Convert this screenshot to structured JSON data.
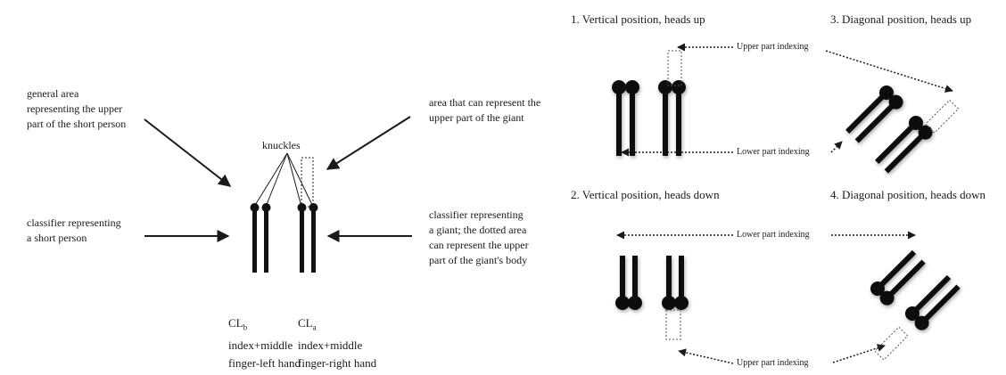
{
  "left": {
    "label_upper_short": [
      "general area",
      "representing the upper",
      "part of the short person"
    ],
    "label_classifier_short": [
      "classifier representing",
      "a short person"
    ],
    "label_knuckles": "knuckles",
    "label_upper_giant": [
      "area that can represent the",
      "upper part of the giant"
    ],
    "label_classifier_giant": [
      "classifier representing",
      "a giant; the dotted area",
      "can represent the upper",
      "part of the giant's body"
    ],
    "cl_b": {
      "base": "CL",
      "sub": "b",
      "line2": "index+middle",
      "line3": "finger-left hand"
    },
    "cl_a": {
      "base": "CL",
      "sub": "a",
      "line2": "index+middle",
      "line3": "finger-right hand"
    }
  },
  "right": {
    "title_1": "1. Vertical position, heads up",
    "title_2": "2. Vertical position, heads down",
    "title_3": "3. Diagonal position, heads up",
    "title_4": "4. Diagonal position, heads down",
    "upper_indexing_top": "Upper part indexing",
    "lower_indexing_top": "Lower part indexing",
    "lower_indexing_bottom": "Lower part indexing",
    "upper_indexing_bottom": "Upper part indexing"
  }
}
